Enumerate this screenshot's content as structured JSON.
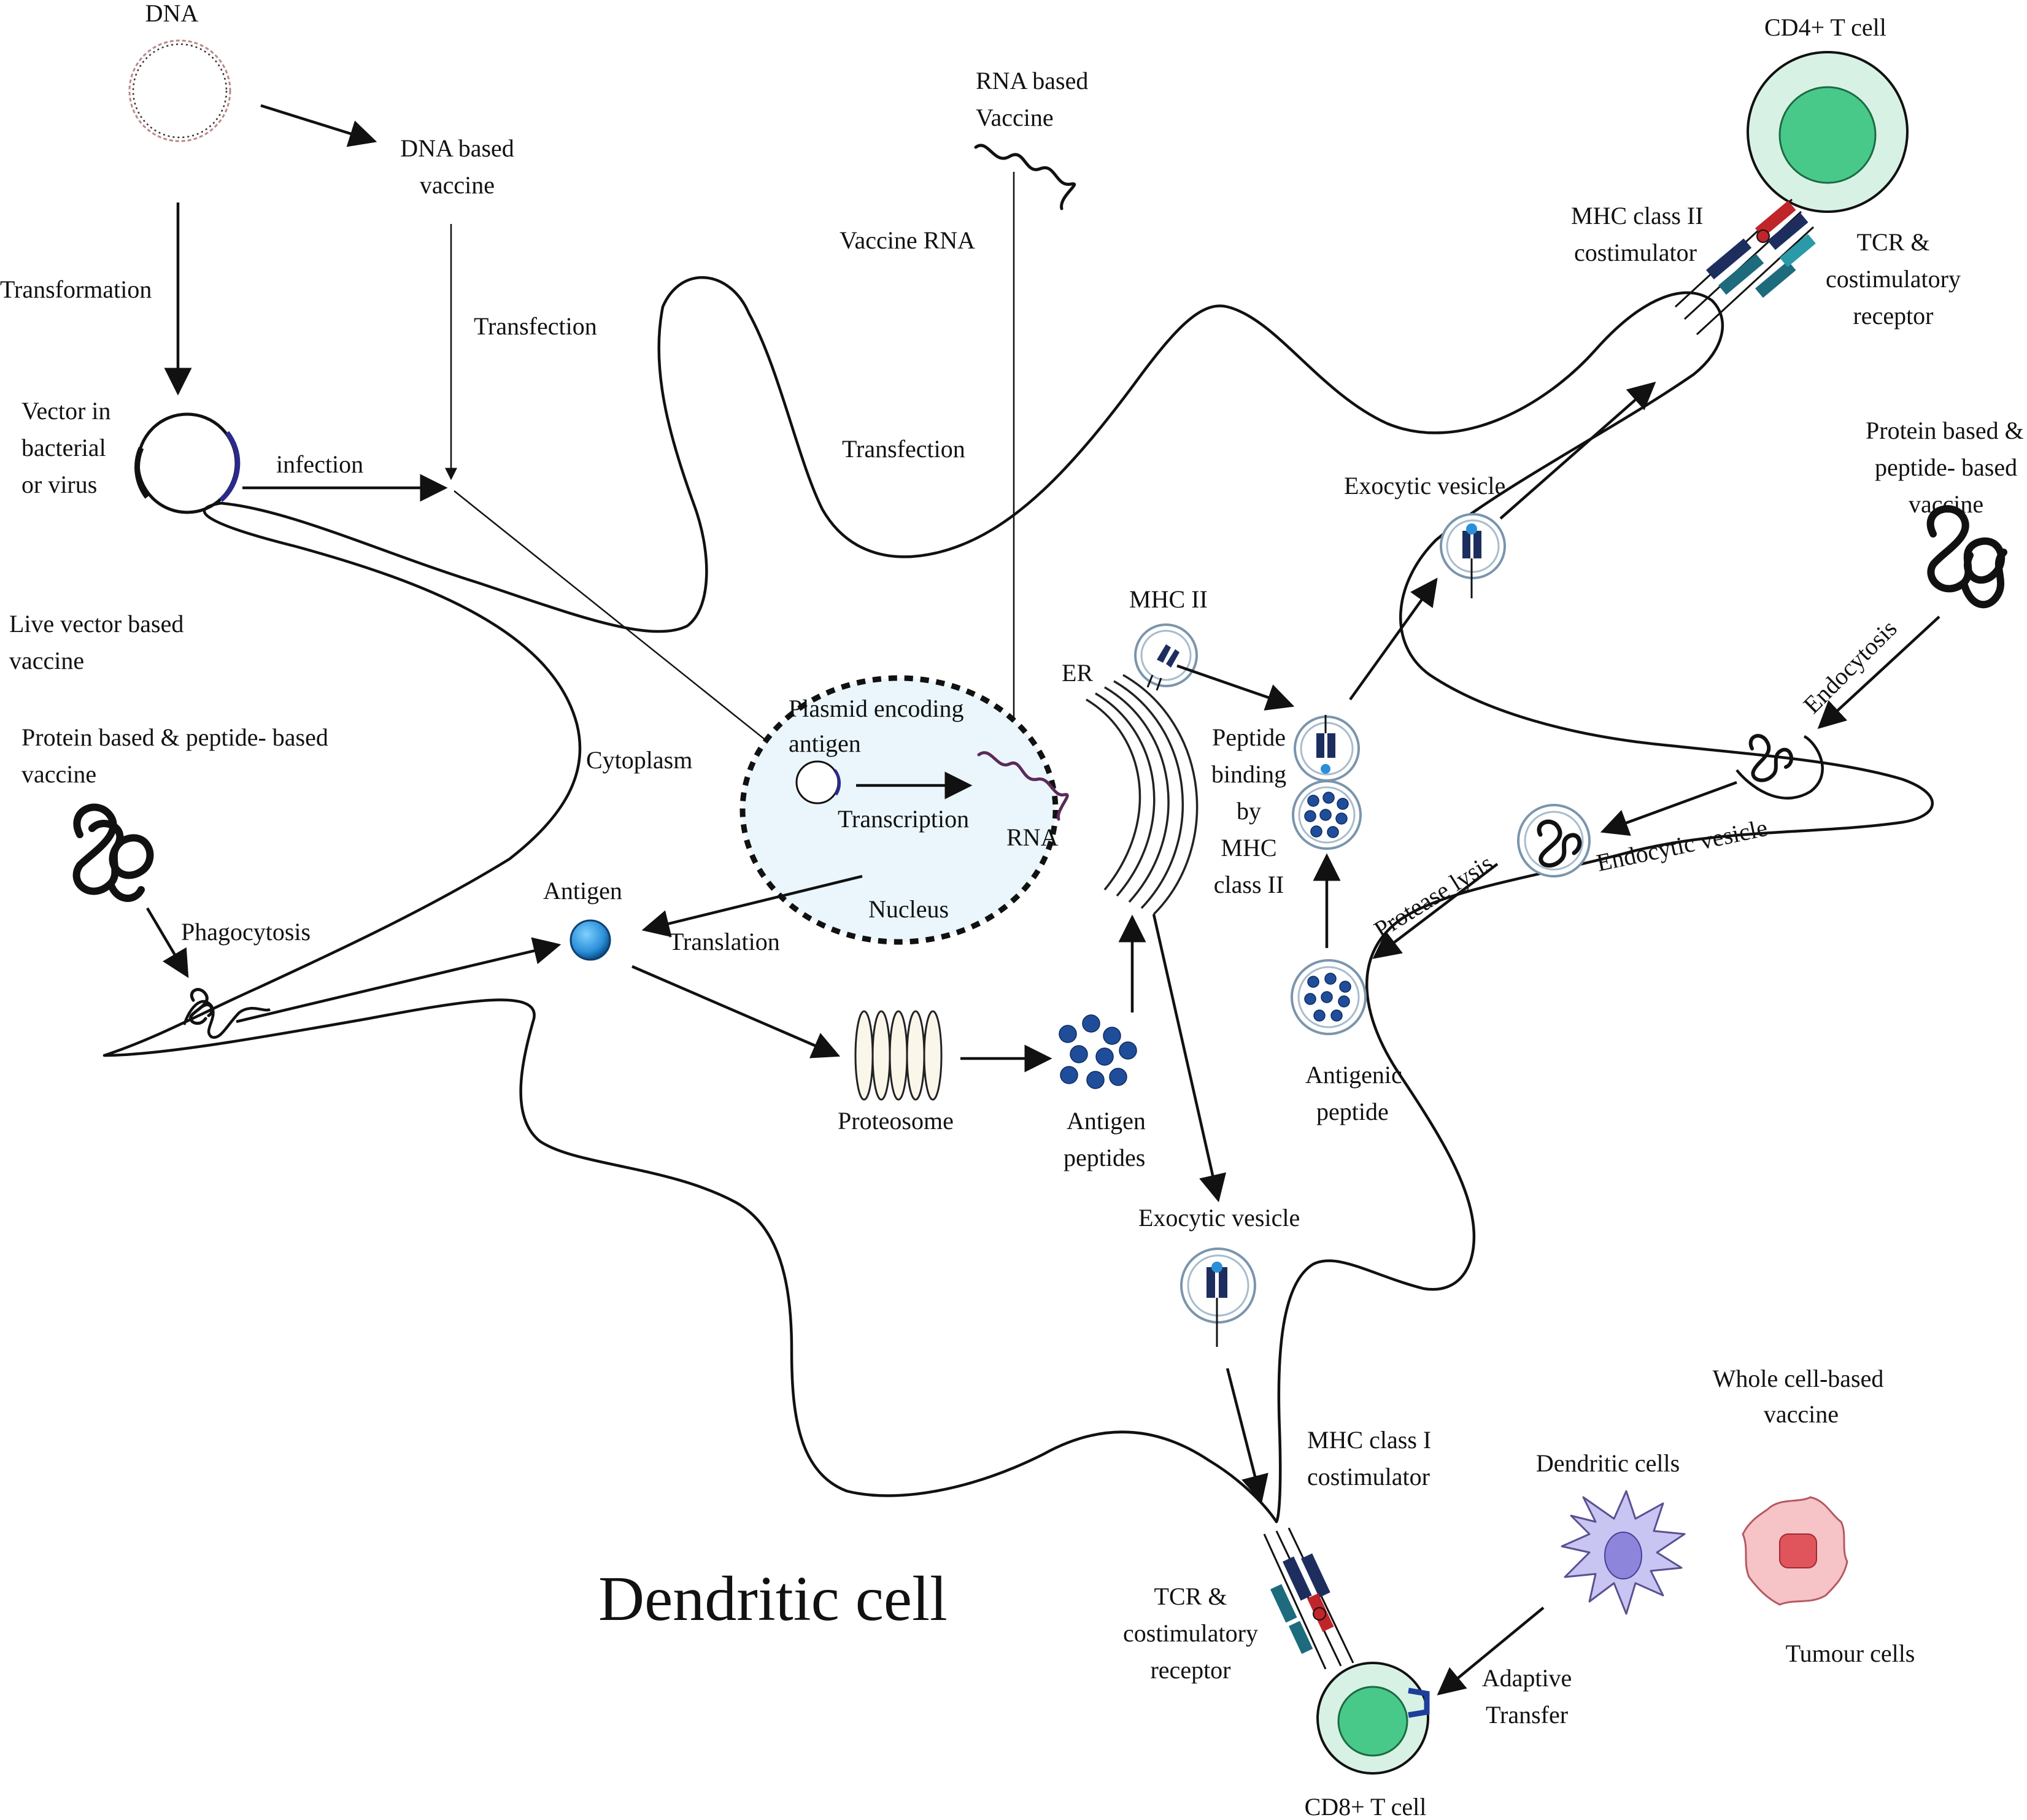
{
  "labels": {
    "dna": "DNA",
    "dna_based_vaccine_1": "DNA based",
    "dna_based_vaccine_2": "vaccine",
    "transformation": "Transformation",
    "transfection_dna": "Transfection",
    "vector_1": "Vector in",
    "vector_2": "bacterial",
    "vector_3": "or virus",
    "infection": "infection",
    "live_vector_1": "Live vector based",
    "live_vector_2": "vaccine",
    "protein_left_1": "Protein based & peptide- based",
    "protein_left_2": "vaccine",
    "phagocytosis": "Phagocytosis",
    "cytoplasm": "Cytoplasm",
    "antigen": "Antigen",
    "rna_based_1": "RNA based",
    "rna_based_2": "Vaccine",
    "vaccine_rna": "Vaccine RNA",
    "transfection_rna": "Transfection",
    "plasmid_1": "Plasmid encoding",
    "plasmid_2": "antigen",
    "transcription": "Transcription",
    "rna": "RNA",
    "nucleus": "Nucleus",
    "translation": "Translation",
    "er": "ER",
    "proteosome": "Proteosome",
    "antigen_peptides_1": "Antigen",
    "antigen_peptides_2": "peptides",
    "mhc_ii": "MHC II",
    "peptide_binding_1": "Peptide",
    "peptide_binding_2": "binding",
    "peptide_binding_3": "by",
    "peptide_binding_4": "MHC",
    "peptide_binding_5": "class II",
    "exocytic_vesicle_top": "Exocytic vesicle",
    "antigenic_peptide_1": "Antigenic",
    "antigenic_peptide_2": "peptide",
    "protease_lysis": "Protease lysis",
    "endocytic_vesicle": "Endocytic vesicle",
    "endocytosis": "Endocytosis",
    "protein_right_1": "Protein based &",
    "protein_right_2": "peptide- based",
    "protein_right_3": "vaccine",
    "cd4_t_cell": "CD4+ T cell",
    "mhc_class_ii_costim_1": "MHC class II",
    "mhc_class_ii_costim_2": "costimulator",
    "tcr_top_1": "TCR &",
    "tcr_top_2": "costimulatory",
    "tcr_top_3": "receptor",
    "exocytic_vesicle_bottom": "Exocytic vesicle",
    "mhc_class_i_costim_1": "MHC class I",
    "mhc_class_i_costim_2": "costimulator",
    "tcr_bottom_1": "TCR &",
    "tcr_bottom_2": "costimulatory",
    "tcr_bottom_3": "receptor",
    "cd8_t_cell": "CD8+ T cell",
    "dendritic_cell": "Dendritic cell",
    "whole_cell_1": "Whole cell-based",
    "whole_cell_2": "vaccine",
    "dendritic_cells": "Dendritic cells",
    "tumour_cells": "Tumour cells",
    "adaptive_1": "Adaptive",
    "adaptive_2": "Transfer"
  },
  "colors": {
    "t_cell_outer": "#d7f2e4",
    "t_cell_inner": "#48c98a",
    "nucleus_fill": "#eaf6fb",
    "antigen_blue": "#2b8fd8",
    "peptide_blue": "#1f4d9a",
    "mhc_navy": "#1d2e5e",
    "mhc_red": "#c0252a",
    "tcr_teal": "#1d6b7c",
    "dendritic_purple": "#c9c5f2",
    "tumour_pink": "#f6c3c7",
    "tumour_red": "#e0555c"
  }
}
